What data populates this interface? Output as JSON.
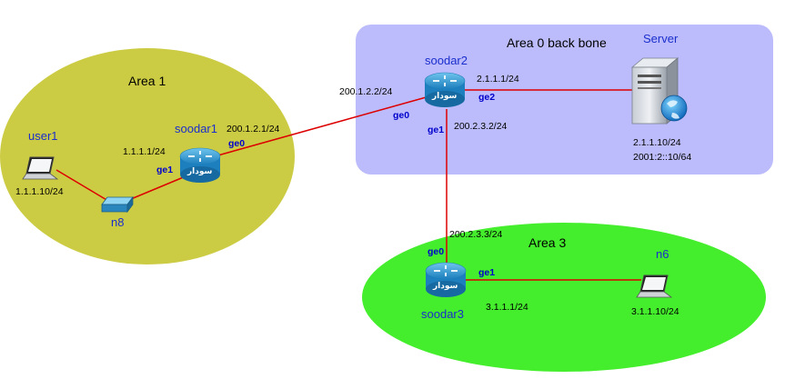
{
  "areas": {
    "area1": "Area 1",
    "area0": "Area 0  back bone",
    "area3": "Area 3"
  },
  "nodes": {
    "user1": "user1",
    "n8": "n8",
    "soodar1": "soodar1",
    "soodar2": "soodar2",
    "soodar3": "soodar3",
    "server": "Server",
    "n6": "n6"
  },
  "router_badge": "سودار",
  "addresses": {
    "user1_ip": "1.1.1.10/24",
    "soodar1_ge1_ip": "1.1.1.1/24",
    "soodar1_ge0_ip": "200.1.2.1/24",
    "soodar2_ge0_ip": "200.1.2.2/24",
    "soodar2_ge2_ip": "2.1.1.1/24",
    "soodar2_ge1_ip": "200.2.3.2/24",
    "server_ipv4": "2.1.1.10/24",
    "server_ipv6": "2001:2::10/64",
    "soodar3_ge0_ip": "200.2.3.3/24",
    "soodar3_ge1_ip": "3.1.1.1/24",
    "n6_ip": "3.1.1.10/24"
  },
  "interfaces": {
    "soodar1_ge1": "ge1",
    "soodar1_ge0": "ge0",
    "soodar2_ge0": "ge0",
    "soodar2_ge2": "ge2",
    "soodar2_ge1": "ge1",
    "soodar3_ge0": "ge0",
    "soodar3_ge1": "ge1"
  },
  "colors": {
    "area1_fill": "#cccc44",
    "area0_fill": "#bcbcfc",
    "area3_fill": "#44ee2c",
    "link": "#dd0000",
    "router_blue": "#2a8fc8",
    "label_blue": "#1a2ecc"
  }
}
